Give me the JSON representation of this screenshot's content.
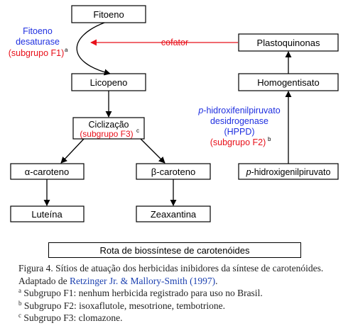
{
  "nodes": {
    "fitoeno": "Fitoeno",
    "licopeno": "Licopeno",
    "ciclizacao": "Ciclização",
    "ciclizacao_sub": "(subgrupo F3)",
    "ciclizacao_sup": "c",
    "alfa_caroteno": "α-caroteno",
    "beta_caroteno": "β-caroteno",
    "luteina": "Luteína",
    "zeaxantina": "Zeaxantina",
    "plastoquinonas": "Plastoquinonas",
    "homogentisato": "Homogentisato",
    "p_hidroxi": "p",
    "hidroxigenilpiruvato": "-hidroxigenilpiruvato"
  },
  "labels": {
    "fitoeno_desaturase_1": "Fitoeno",
    "fitoeno_desaturase_2": "desaturase",
    "fitoeno_desaturase_3": "(subgrupo F1)",
    "fitoeno_desaturase_sup": "a",
    "cofator": "cofator",
    "hppd_1_italic": "p",
    "hppd_1": "-hidroxifenilpiruvato",
    "hppd_2": "desidrogenase",
    "hppd_3": "(HPPD)",
    "hppd_4": "(subgrupo F2)",
    "hppd_sup": "b"
  },
  "title": "Rota de biossíntese de carotenóides",
  "caption": {
    "text": "Figura 4. Sítios de atuação dos herbicidas inibidores da síntese de carotenóides. Adaptado de ",
    "citation": "Retzinger Jr. & Mallory-Smith (1997)",
    "end": ".",
    "notes": [
      {
        "sup": "a",
        "text": " Subgrupo F1: nenhum herbicida registrado para uso no Brasil."
      },
      {
        "sup": "b",
        "text": " Subgrupo F2: isoxaflutole, mesotrione, tembotrione."
      },
      {
        "sup": "c",
        "text": " Subgrupo F3: clomazone."
      }
    ]
  },
  "colors": {
    "text": "#000000",
    "highlight": "#e8101a",
    "blue": "#1f2fe0"
  }
}
